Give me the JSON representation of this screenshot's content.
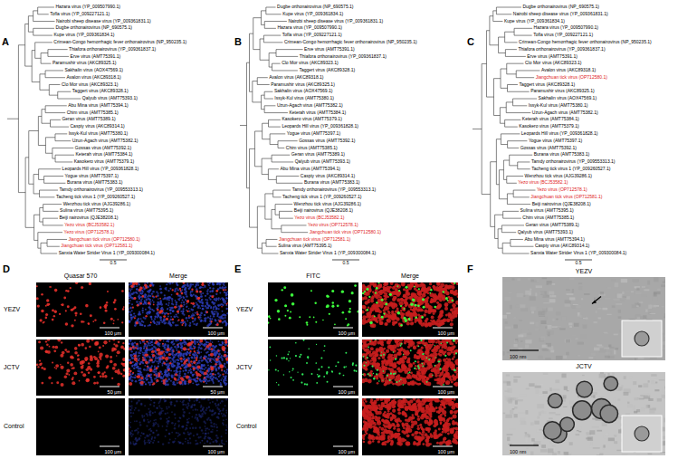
{
  "diagram": {
    "nodes": [
      {
        "text": [
          "100 μm"
        ]
      },
      {
        "text": [
          "100 μm"
        ]
      },
      {
        "text": [
          "50 μm"
        ]
      },
      {
        "text": [
          "50 μm"
        ]
      },
      {
        "text": [
          "100 μm"
        ]
      },
      {
        "text": [
          "100 μm"
        ]
      },
      {
        "text": [
          "100 μm"
        ]
      },
      {
        "text": [
          "100 μm"
        ]
      },
      {
        "text": [
          "100 μm"
        ]
      },
      {
        "text": [
          "100 μm"
        ]
      },
      {
        "text": [
          "100 μm"
        ]
      },
      {
        "text": [
          "100 μm"
        ]
      },
      {
        "text": [
          "100 nm"
        ]
      },
      {
        "text": [
          "100 nm"
        ]
      }
    ],
    "labels": [
      "A",
      "Hazara virus (YP_009507990.1)",
      "Tofla virus (YP_009227121.1)",
      "Nairobi sheep disease virus (YP_009361831.1)",
      "Dugbe orthonairovirus (NP_690575.1)",
      "Kupe virus (YP_009361834.1)",
      "Crimean-Congo hemorrhagic fever orthonairovirus (NP_950235.1)",
      "Thiafora orthonairovirus (YP_009361837.1)",
      "Erve virus (AMT75391.1)",
      "Paramushir virus (AKC89325.1)",
      "Sakhalin virus (AOX47569.1)",
      "Avalon virus (AKC89318.1)",
      "Clo Mor virus (AKC89323.1)",
      "Taggert virus (AKC89328.1)",
      "Qalyub virus (AMT75393.1)",
      "Abu Mina virus (AMT75394.1)",
      "Chim virus (AMT75385.1)",
      "Geran virus (AMT75389.1)",
      "Caspiy virus (AKC89314.1)",
      "Issyk-Kul virus (AMT75380.1)",
      "Uzun-Agach virus (AMT75382.1)",
      "Gossas virus (AMT75392.1)",
      "Keterah virus (AMT75384.1)",
      "Kasokero virus (AMT75379.1)",
      "Leopards Hill virus (YP_009361828.1)",
      "Yogue virus (AMT75397.1)",
      "Burana virus (AMT75383.1)",
      "Tamdy orthonairovirus (YP_009553313.1)",
      "Tacheng tick virus 1 (YP_009260527.1)",
      "Wenzhou tick virus (AJG39286.1)",
      "Sulina virus (AMT75395.1)",
      "Beiji nairovirus (QJE38208.1)",
      "Yezo virus (BCJ53582.1)",
      "Yezo virus (OP712578.1)",
      "Jiangchuan tick virus (OP712580.1)",
      "Jiangchuan tick virus (OP712581.1)",
      "Sanxia Water Strider Virus 1 (YP_009300084.1)",
      "0.5",
      "B",
      "Dugbe orthonairovirus (NP_690575.1)",
      "Kupe virus (YP_009361834.1)",
      "Nairobi sheep disease virus (YP_009361831.1)",
      "Hazara virus (YP_009507990.1)",
      "Tofla virus (YP_009227121.1)",
      "Crimean-Congo hemorrhagic fever orthonairovirus (NP_950235.1)",
      "Erve virus (AMT75391.1)",
      "Thiafora orthonairovirus (YP_009361837.1)",
      "Clo Mor virus (AKC89323.1)",
      "Taggert virus (AKC89328.1)",
      "Avalon virus (AKC89318.1)",
      "Paramushir virus (AKC89325.1)",
      "Sakhalin virus (AOX47569.1)",
      "Issyk-Kul virus (AMT75380.1)",
      "Uzun-Agach virus (AMT75382.1)",
      "Keterah virus (AMT75384.1)",
      "Kasokero virus (AMT75379.1)",
      "Leopards Hill virus (YP_009361828.1)",
      "Yogue virus (AMT75397.1)",
      "Gossas virus (AMT75392.1)",
      "Chim virus (AMT75385.1)",
      "Geran virus (AMT75389.1)",
      "Qalyub virus (AMT75393.1)",
      "Abu Mina virus (AMT75394.1)",
      "Caspiy virus (AKC89314.1)",
      "Burana virus (AMT75383.1)",
      "Tamdy orthonairovirus (YP_009553313.1)",
      "Tacheng tick virus 1 (YP_009260527.1)",
      "Wenzhou tick virus (AJG39286.1)",
      "Beiji nairovirus (QJE38208.1)",
      "Yezo virus (BCJ53582.1)",
      "Yezo virus (OP712578.1)",
      "Jiangchuan tick virus (OP712580.1)",
      "Jiangchuan tick virus (OP712581.1)",
      "Sulina virus (AMT75395.1)",
      "Sanxia Water Strider Virus 1 (YP_009300084.1)",
      "0.5",
      "C",
      "Dugbe orthonairovirus (NP_690575.1)",
      "Nairobi sheep disease virus (YP_009361831.1)",
      "Kupe virus (YP_009361834.1)",
      "Hazara virus (YP_009507990.1)",
      "Tofla virus (YP_009227121.1)",
      "Crimean-Congo hemorrhagic fever orthonairovirus (NP_950235.1)",
      "Thiafora orthonairovirus (YP_009361837.1)",
      "Erve virus (AMT75391.1)",
      "Clo Mor virus (AKC89323.1)",
      "Avalon virus (AKC89318.1)",
      "Jiangchuan tick virus (OP712580.1)",
      "Taggert virus (AKC89328.1)",
      "Paramushir virus (AKC89325.1)",
      "Sakhalin virus (AOX47569.1)",
      "Issyk-Kul virus (AMT75380.1)",
      "Uzun-Agach virus (AMT75382.1)",
      "Keterah virus (AMT75384.1)",
      "Kasokero virus (AMT75379.1)",
      "Leopards Hill virus (YP_009361828.1)",
      "Yogue virus (AMT75397.1)",
      "Gossas virus (AMT75392.1)",
      "Burana virus (AMT75383.1)",
      "Tamdy orthonairovirus (YP_009553313.1)",
      "Tacheng tick virus 1 (YP_009260527.1)",
      "Wenzhou tick virus (AJG39286.1)",
      "Yezo virus (BCJ53582.1)",
      "Yezo virus (OP712578.1)",
      "Jiangchuan tick virus (OP712581.1)",
      "Beiji nairovirus (QJE38208.1)",
      "Sulina virus (AMT75395.1)",
      "Chim virus (AMT75385.1)",
      "Geran virus (AMT75389.1)",
      "Qalyub virus (AMT75393.1)",
      "Abu Mina virus (AMT75394.1)",
      "Caspiy virus (AKC89314.1)",
      "Sanxia Water Strider Virus 1 (YP_009300084.1)",
      "0.5",
      "D",
      "Quasar 570",
      "Merge",
      "YEZV",
      "JCTV",
      "Control",
      "E",
      "FITC",
      "Merge",
      "YEZV",
      "JCTV",
      "Control",
      "F",
      "YEZV",
      "JCTV"
    ]
  }
}
